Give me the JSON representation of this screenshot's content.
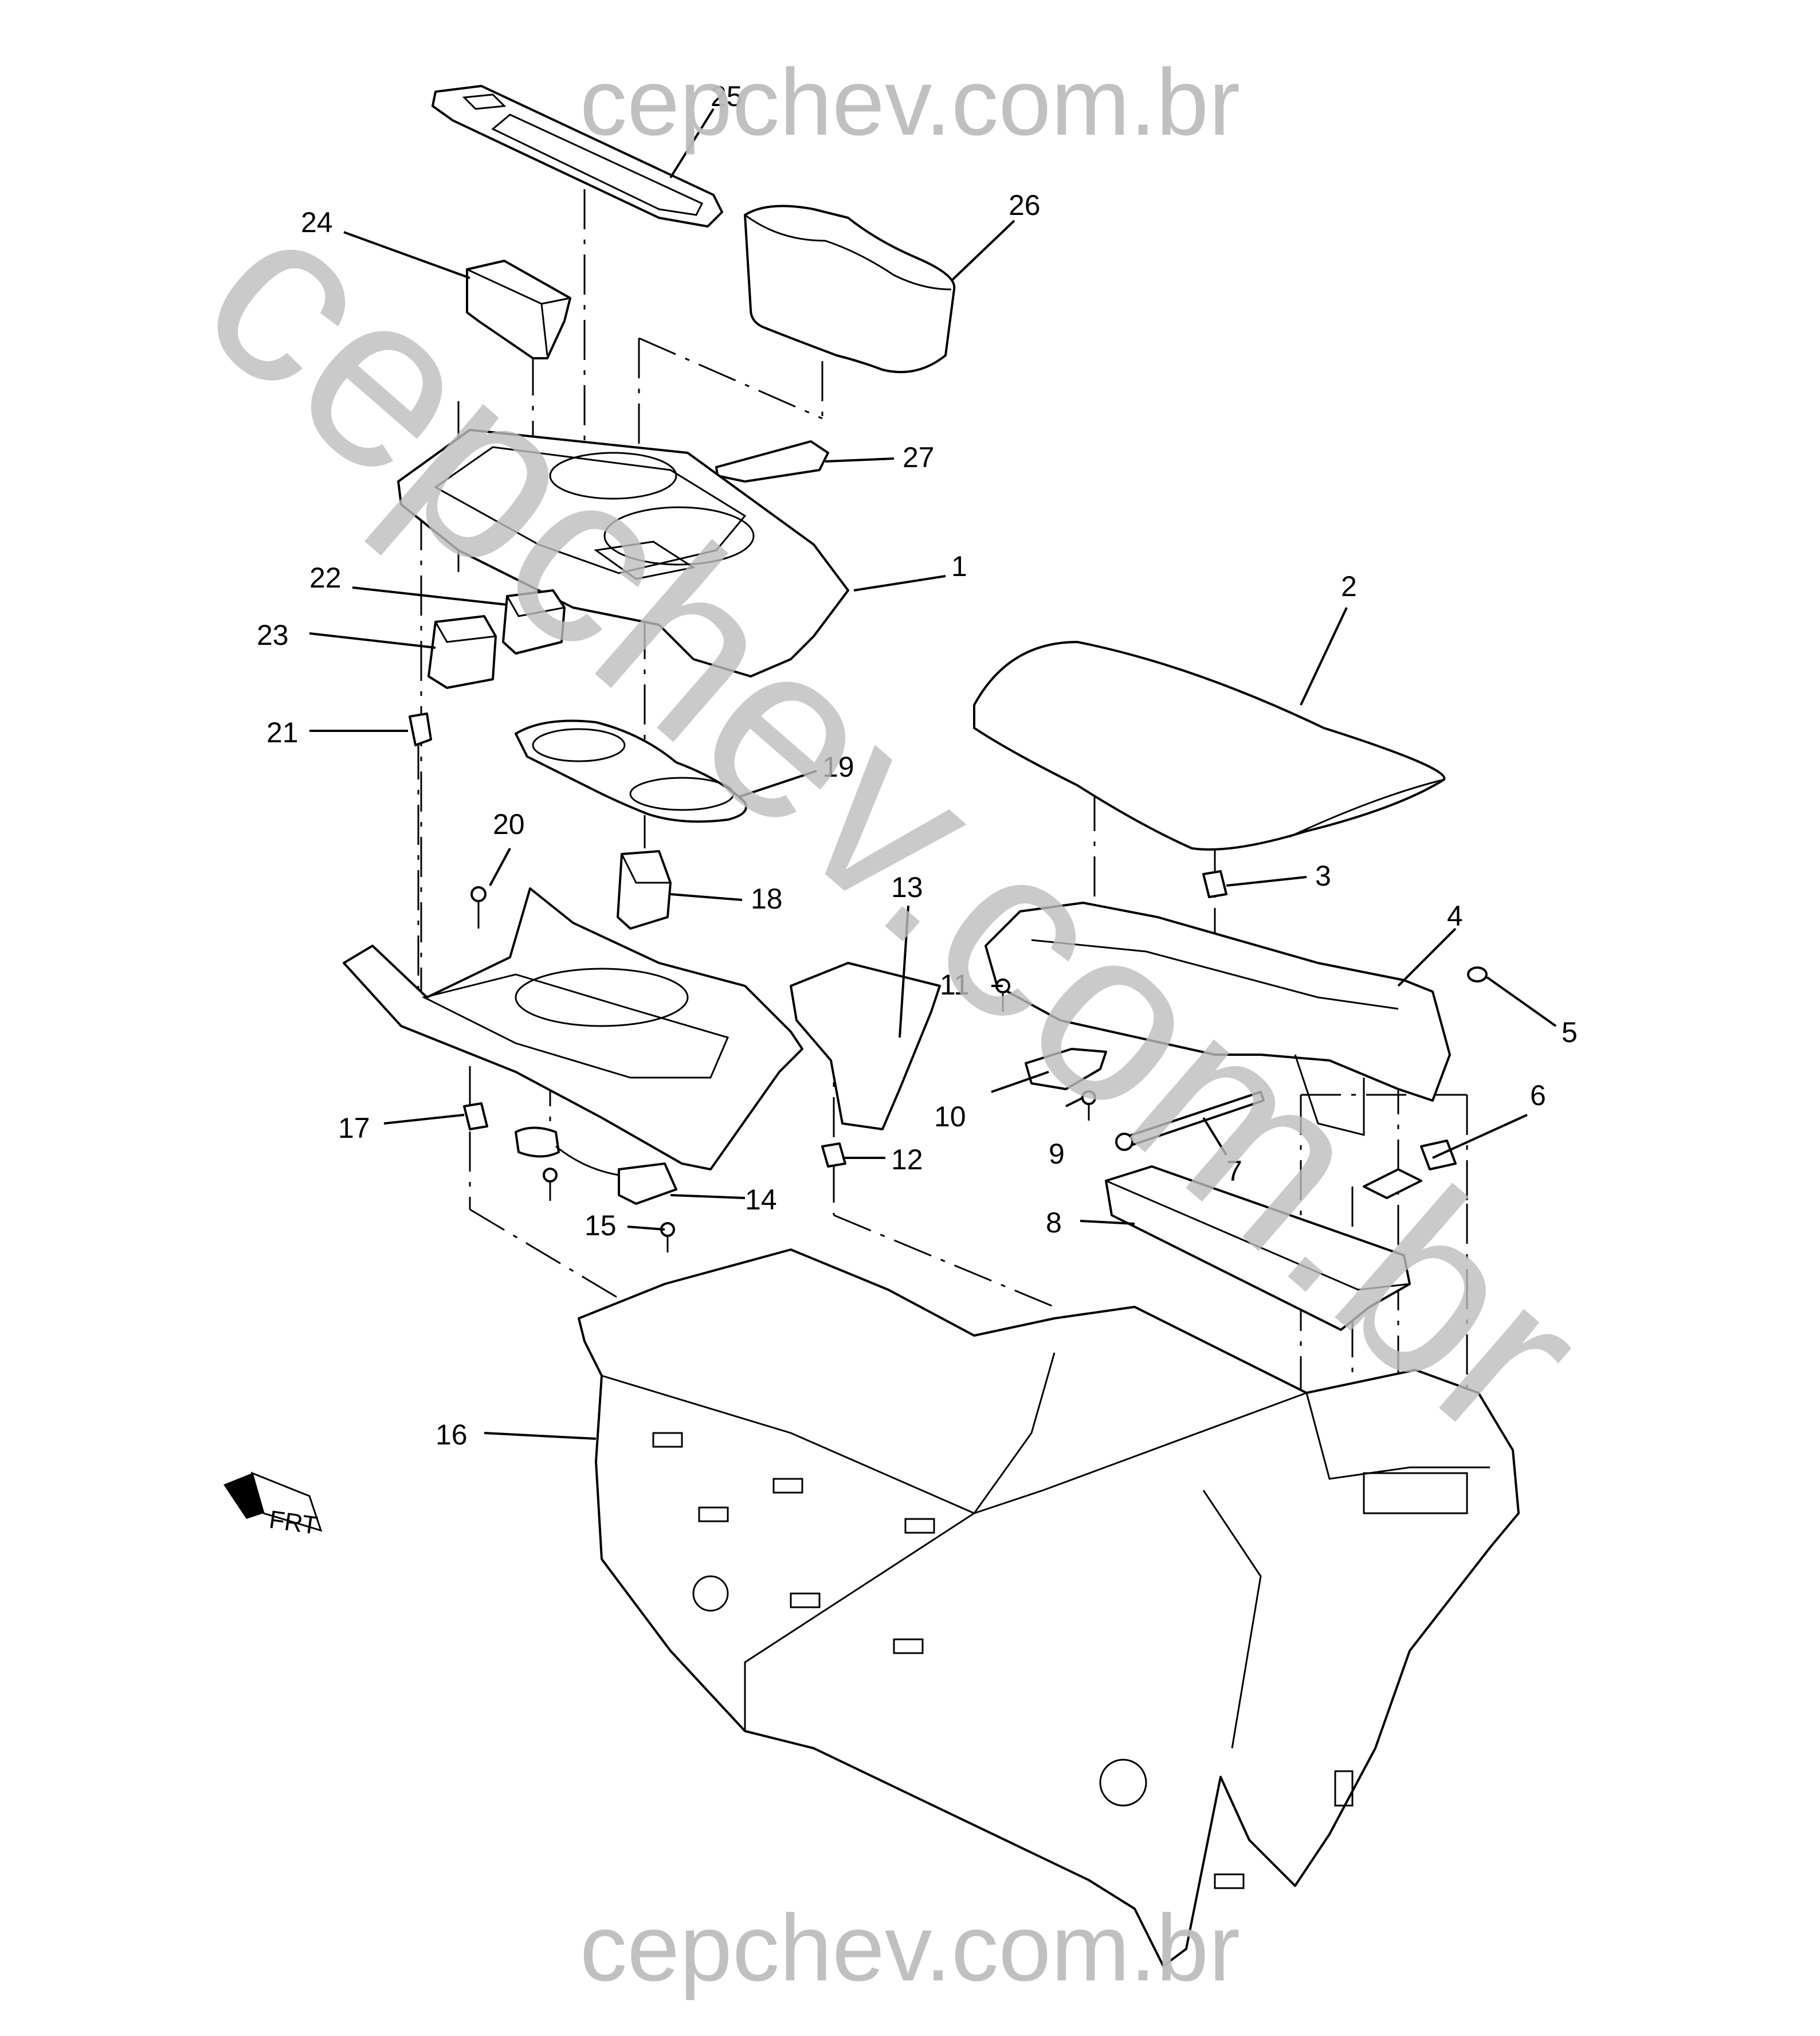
{
  "watermarks": {
    "top": "cepchev.com.br",
    "bottom": "cepchev.com.br",
    "diagonal": "cepchev.com.br"
  },
  "front_arrow_label": "FRT",
  "callouts": [
    {
      "id": "1",
      "label": "1"
    },
    {
      "id": "2",
      "label": "2"
    },
    {
      "id": "3",
      "label": "3"
    },
    {
      "id": "4",
      "label": "4"
    },
    {
      "id": "5",
      "label": "5"
    },
    {
      "id": "6",
      "label": "6"
    },
    {
      "id": "7",
      "label": "7"
    },
    {
      "id": "8",
      "label": "8"
    },
    {
      "id": "9",
      "label": "9"
    },
    {
      "id": "10",
      "label": "10"
    },
    {
      "id": "11",
      "label": "11"
    },
    {
      "id": "12",
      "label": "12"
    },
    {
      "id": "13",
      "label": "13"
    },
    {
      "id": "14",
      "label": "14"
    },
    {
      "id": "15",
      "label": "15"
    },
    {
      "id": "16",
      "label": "16"
    },
    {
      "id": "17",
      "label": "17"
    },
    {
      "id": "18",
      "label": "18"
    },
    {
      "id": "19",
      "label": "19"
    },
    {
      "id": "20",
      "label": "20"
    },
    {
      "id": "21",
      "label": "21"
    },
    {
      "id": "22",
      "label": "22"
    },
    {
      "id": "23",
      "label": "23"
    },
    {
      "id": "24",
      "label": "24"
    },
    {
      "id": "25",
      "label": "25"
    },
    {
      "id": "26",
      "label": "26"
    },
    {
      "id": "27",
      "label": "27"
    }
  ]
}
